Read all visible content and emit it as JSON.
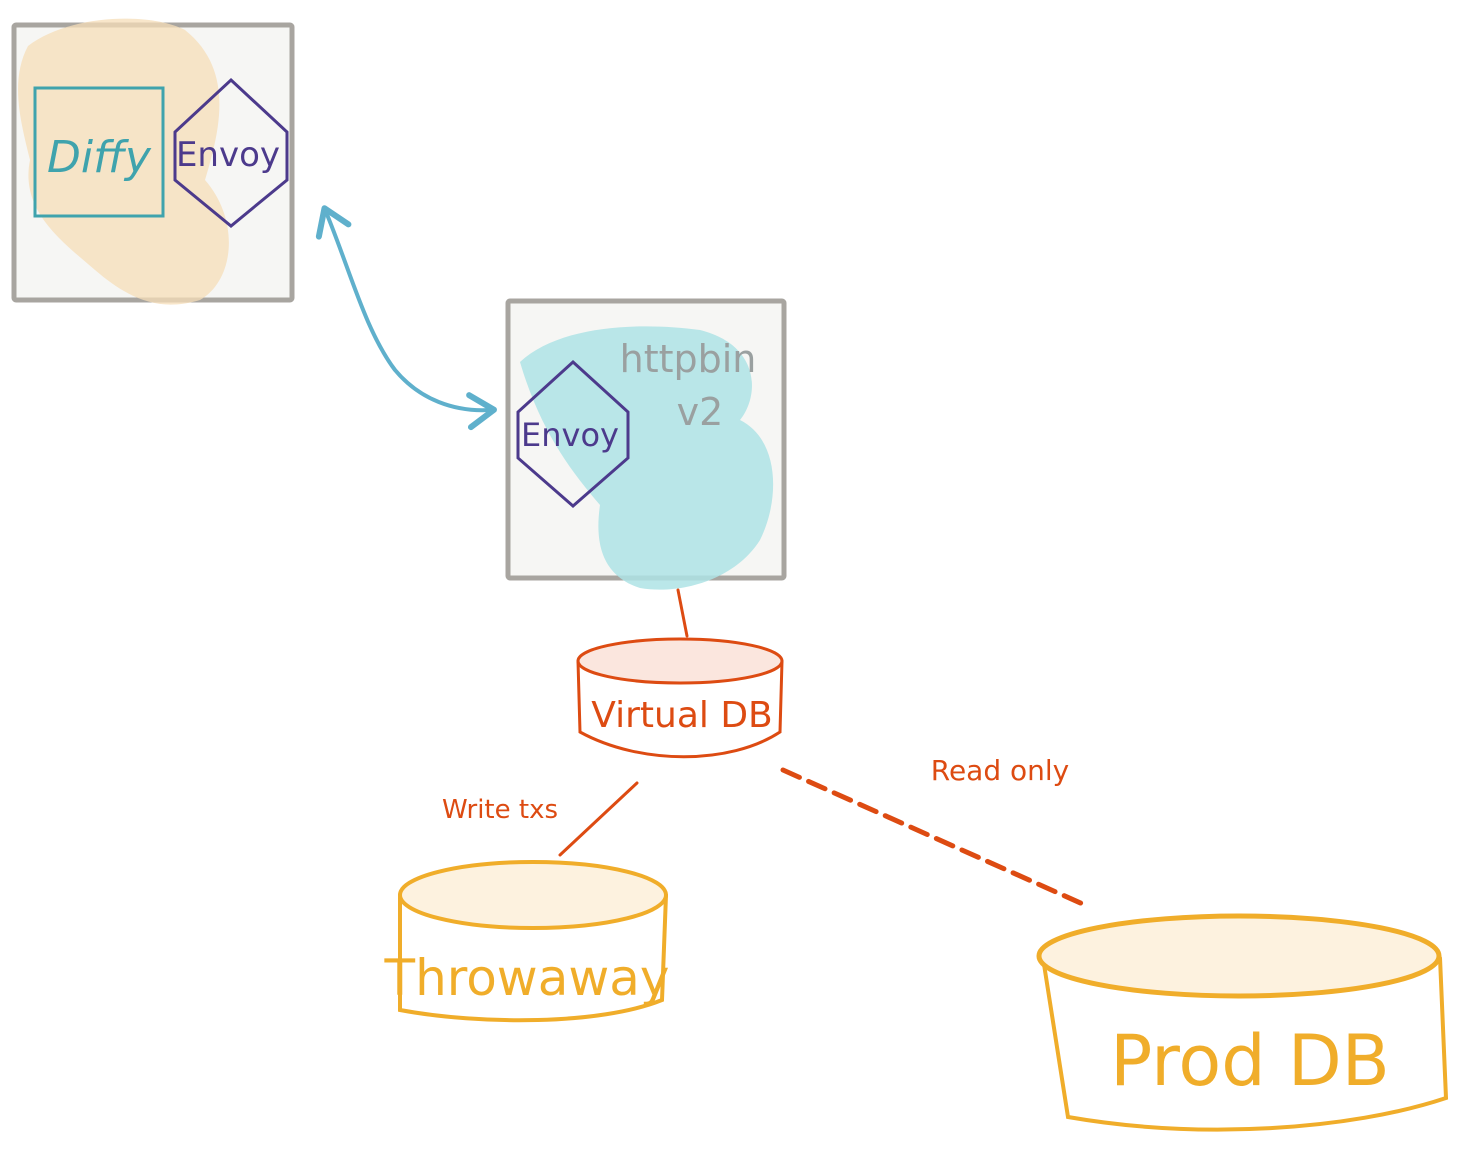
{
  "diagram": {
    "nodes": {
      "diffy": {
        "label": "Diffy",
        "color": "#3fa3ad"
      },
      "envoy_top": {
        "label": "Envoy",
        "color": "#4c3a8c"
      },
      "httpbin": {
        "label_line1": "httpbin",
        "label_line2": "v2",
        "color": "#9aa0a0"
      },
      "envoy_bottom": {
        "label": "Envoy",
        "color": "#4c3a8c"
      },
      "virtual_db": {
        "label": "Virtual DB",
        "color": "#dd4b12"
      },
      "throwaway": {
        "label": "Throwaway",
        "color": "#f0ad2a"
      },
      "prod_db": {
        "label": "Prod DB",
        "color": "#f0ad2a"
      }
    },
    "edges": {
      "write": {
        "label": "Write txs",
        "color": "#dd4b12"
      },
      "read": {
        "label": "Read only",
        "color": "#dd4b12"
      },
      "envoy_link": {
        "color": "#5fb0cc"
      }
    },
    "colors": {
      "box_border": "#a8a5a0",
      "box_fill": "#f6f6f4",
      "orange_wash": "#f6ddb8",
      "cyan_wash": "#aee3e5",
      "red_cylinder_top": "#fbe6de",
      "yellow_cylinder_top": "#fdf2df"
    }
  }
}
